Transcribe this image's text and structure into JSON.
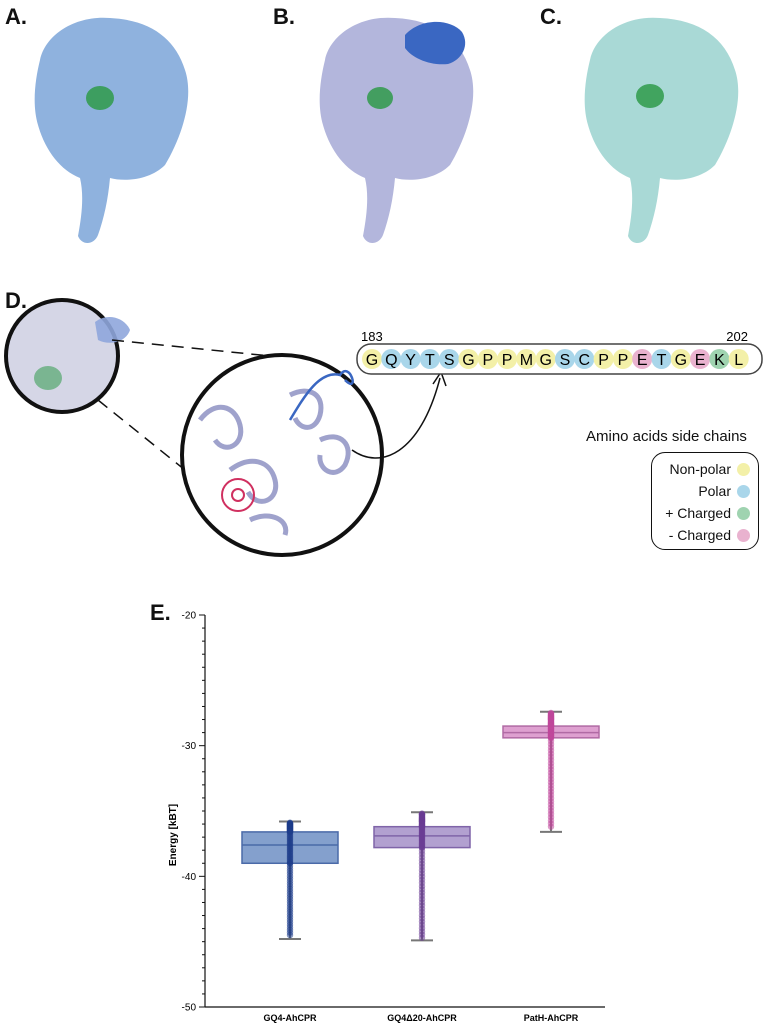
{
  "panels": {
    "a": "A.",
    "b": "B.",
    "c": "C.",
    "d": "D.",
    "e": "E."
  },
  "sequence": {
    "start": "183",
    "end": "202",
    "residues": [
      "G",
      "Q",
      "Y",
      "T",
      "S",
      "G",
      "P",
      "P",
      "M",
      "G",
      "S",
      "C",
      "P",
      "P",
      "E",
      "T",
      "G",
      "E",
      "K",
      "L"
    ],
    "classes": [
      "nonpolar",
      "polar",
      "polar",
      "polar",
      "polar",
      "nonpolar",
      "nonpolar",
      "nonpolar",
      "nonpolar",
      "nonpolar",
      "polar",
      "polar",
      "nonpolar",
      "nonpolar",
      "neg",
      "polar",
      "nonpolar",
      "neg",
      "pos",
      "nonpolar"
    ]
  },
  "legend": {
    "title": "Amino acids side chains",
    "items": [
      {
        "label": "Non-polar",
        "key": "nonpolar"
      },
      {
        "label": "Polar",
        "key": "polar"
      },
      {
        "label": "+ Charged",
        "key": "pos"
      },
      {
        "label": "- Charged",
        "key": "neg"
      }
    ]
  },
  "colors": {
    "nonpolar": "#f3f0a8",
    "polar": "#a9d6ea",
    "pos": "#9fd3b0",
    "neg": "#e9b2cf",
    "protein_a": "#8fb2de",
    "protein_b": "#b3b6dc",
    "protein_c": "#a9d9d6",
    "loop_blue": "#3a67c2",
    "heme_green": "#2f9a4a",
    "box_gq4": "#6f8fc4",
    "box_gq4d20": "#a58fc8",
    "box_path": "#d88fc8"
  },
  "chart_data": {
    "type": "box",
    "title": "",
    "xlabel": "",
    "ylabel": "Energy [kBT]",
    "ylim": [
      -50,
      -20
    ],
    "yticks": [
      "-20",
      "-30",
      "-40",
      "-50"
    ],
    "categories": [
      "GQ4-AhCPR",
      "GQ4Δ20-AhCPR",
      "PatH-AhCPR"
    ],
    "series": [
      {
        "q1": -39.0,
        "median": -37.6,
        "q3": -36.6,
        "whisker_low": -44.8,
        "whisker_high": -35.8,
        "outliers_low": -44.5,
        "outliers_high": -35.9
      },
      {
        "q1": -37.8,
        "median": -36.9,
        "q3": -36.2,
        "whisker_low": -44.9,
        "whisker_high": -35.1,
        "outliers_low": -44.7,
        "outliers_high": -35.2
      },
      {
        "q1": -29.4,
        "median": -29.0,
        "q3": -28.5,
        "whisker_low": -36.6,
        "whisker_high": -27.4,
        "outliers_low": -36.2,
        "outliers_high": -27.5
      }
    ]
  }
}
